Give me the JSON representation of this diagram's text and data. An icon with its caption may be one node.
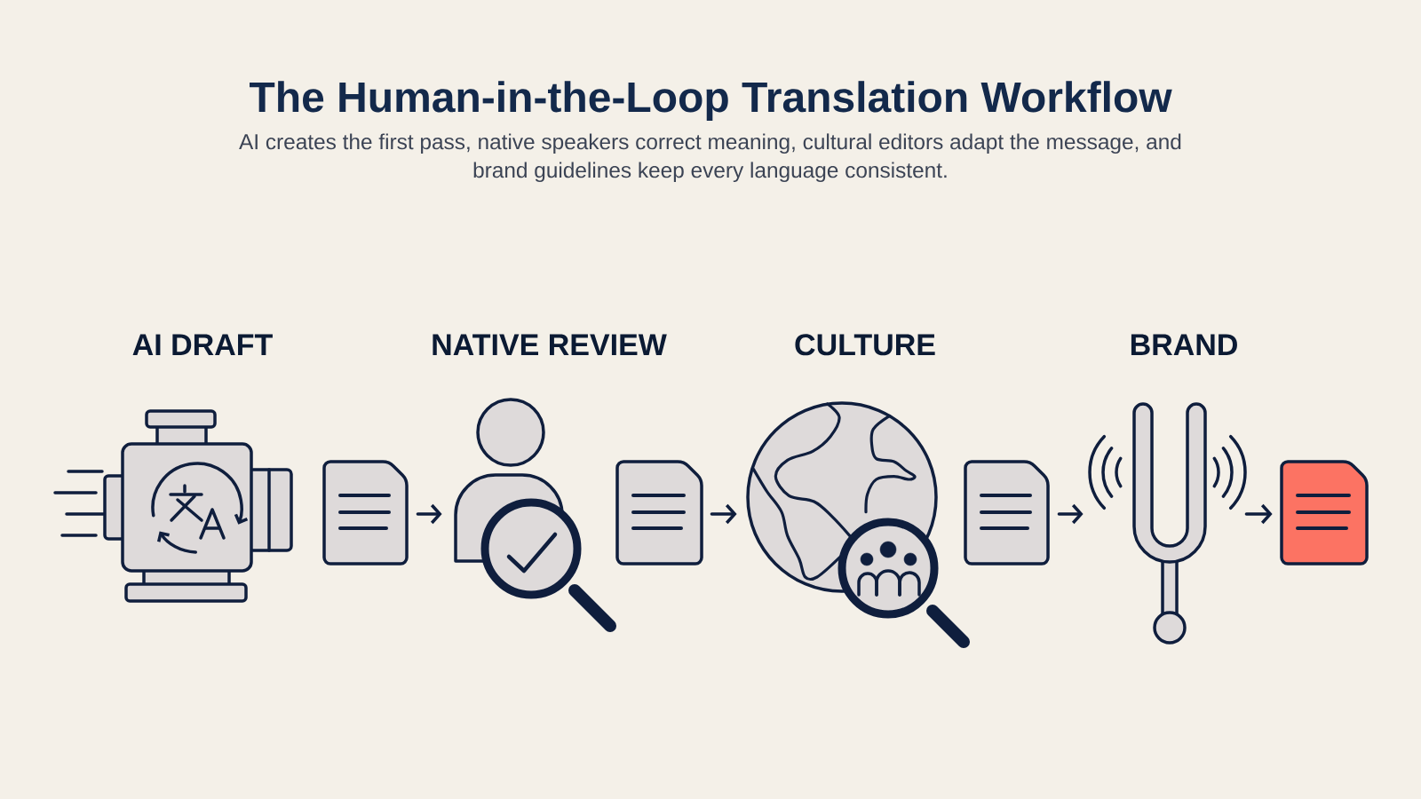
{
  "diagram": {
    "title": "The Human-in-the-Loop Translation Workflow",
    "nodes": [
      {
        "text": [
          "AI DRAFT"
        ]
      },
      {
        "text": [],
        "shape": "document"
      },
      {
        "text": [
          "NATIVE REVIEW"
        ]
      },
      {
        "text": [],
        "shape": "document"
      },
      {
        "text": [
          "CULTURE"
        ]
      },
      {
        "text": [],
        "shape": "document"
      },
      {
        "text": [
          "BRAND"
        ]
      },
      {
        "text": [],
        "shape": "document"
      }
    ],
    "edges": [
      {
        "from": 1,
        "to": 2,
        "arrow": "to"
      },
      {
        "from": 3,
        "to": 4,
        "arrow": "to"
      },
      {
        "from": 5,
        "to": 6,
        "arrow": "to"
      },
      {
        "from": 6,
        "to": 7,
        "arrow": "to"
      }
    ],
    "labels": [
      "AI creates the first pass, native speakers correct meaning, cultural editors adapt the message, and brand guidelines keep every language consistent."
    ]
  }
}
